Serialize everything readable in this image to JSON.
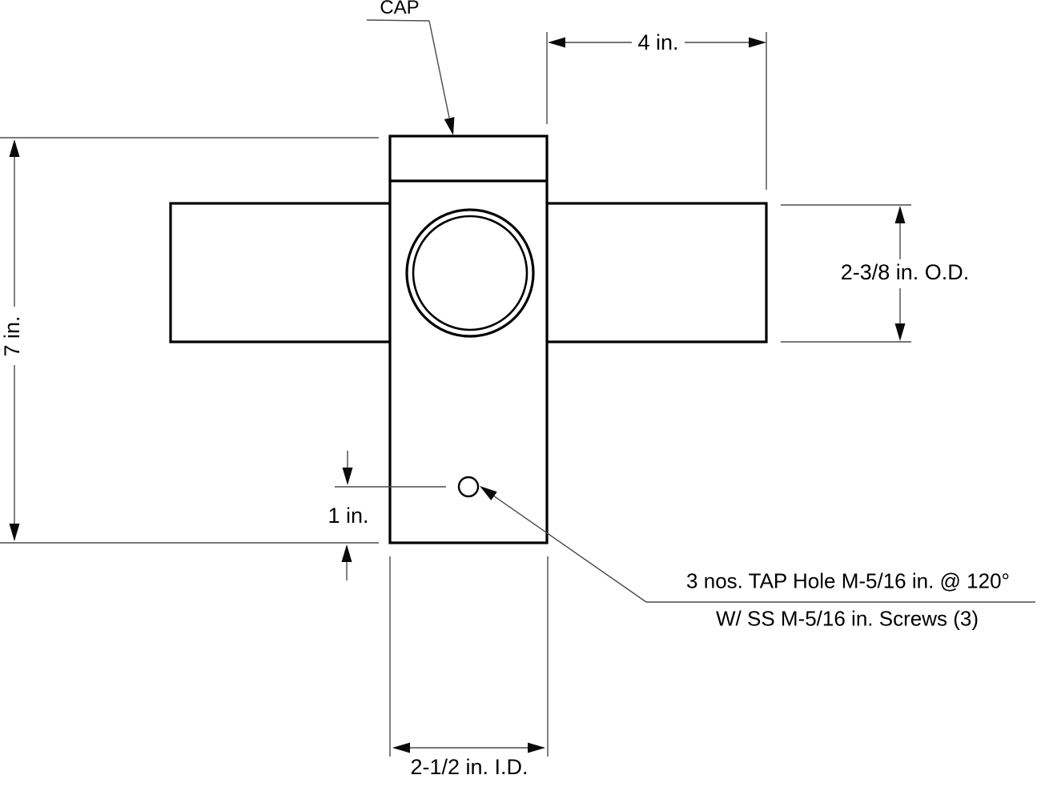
{
  "drawing": {
    "cap_label": "CAP",
    "dimensions": {
      "top_width": "4 in.",
      "overall_height": "7 in.",
      "arm_od": "2-3/8 in. O.D.",
      "hole_offset": "1 in.",
      "inner_diameter": "2-1/2 in. I.D."
    },
    "tap_note": {
      "line1": "3 nos. TAP Hole M-5/16 in. @ 120°",
      "line2": "W/ SS M-5/16 in. Screws (3)"
    },
    "colors": {
      "outline": "#000000",
      "thin_line": "#4a4a4a",
      "background": "#ffffff"
    }
  }
}
